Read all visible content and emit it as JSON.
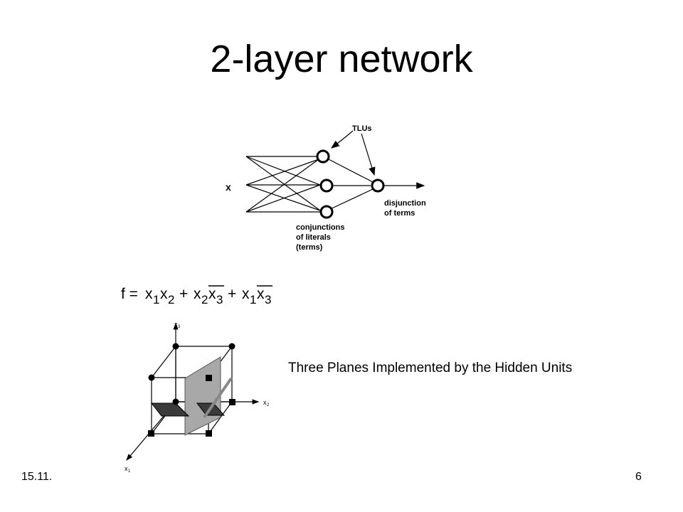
{
  "slide": {
    "title": "2-layer network",
    "caption": "Three Planes Implemented by the Hidden Units",
    "footer_date": "15.11.",
    "page_number": "6"
  },
  "network": {
    "input_label": "x",
    "tlus_label": "TLUs",
    "output_label_line1": "disjunction",
    "output_label_line2": "of terms",
    "hidden_label_line1": "conjunctions",
    "hidden_label_line2": "of literals",
    "hidden_label_line3": "(terms)"
  },
  "formula": {
    "lhs": "f = ",
    "term1": [
      "x",
      "1",
      "x",
      "2"
    ],
    "term2": [
      "x",
      "2",
      "x",
      "3"
    ],
    "term3": [
      "x",
      "1",
      "x",
      "3"
    ],
    "plus": "+"
  },
  "cube": {
    "axis_x1": "x",
    "axis_x1_sub": "1",
    "axis_x2": "x",
    "axis_x2_sub": "2",
    "axis_x3": "x",
    "axis_x3_sub": "3"
  }
}
